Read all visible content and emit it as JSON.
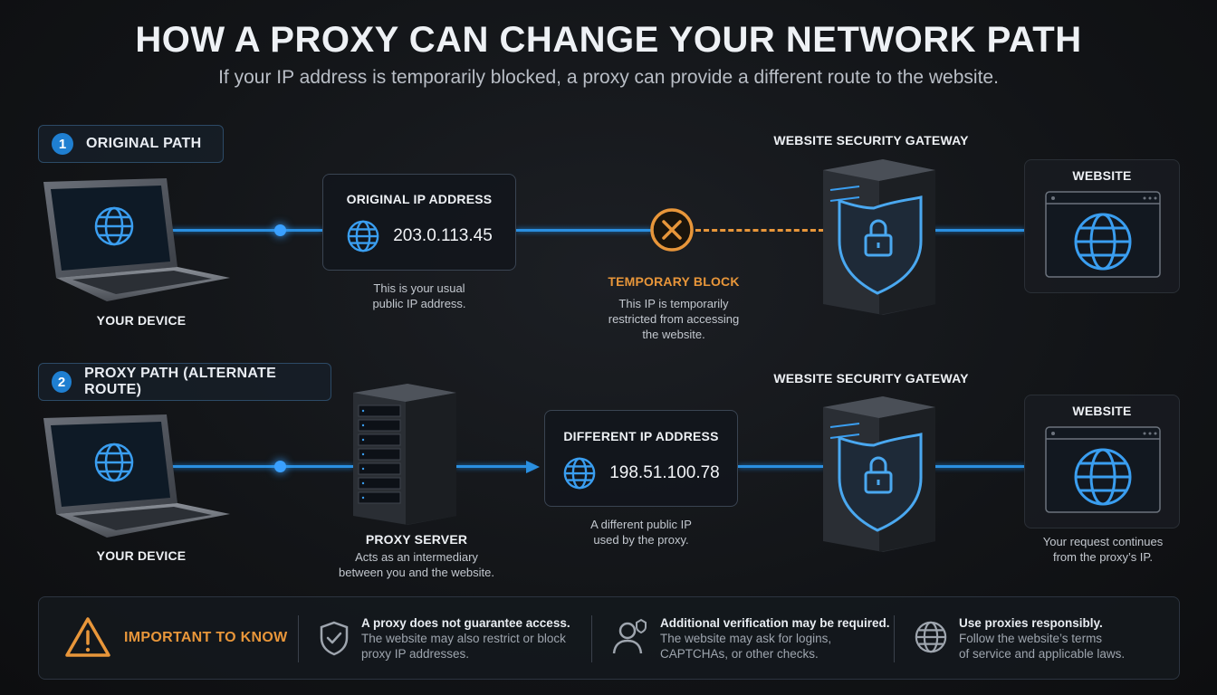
{
  "title": "HOW A PROXY CAN CHANGE YOUR NETWORK PATH",
  "subtitle": "If your IP address is temporarily blocked, a proxy can provide a different route to the website.",
  "colors": {
    "accent_blue": "#2a8fe0",
    "block_orange": "#e8963a",
    "panel_border": "#2c4a66"
  },
  "path1": {
    "step_number": "1",
    "label": "ORIGINAL PATH",
    "device_label": "YOUR DEVICE",
    "ip_box": {
      "title": "ORIGINAL IP ADDRESS",
      "value": "203.0.113.45"
    },
    "ip_caption_line1": "This is your usual",
    "ip_caption_line2": "public IP address.",
    "block_title": "TEMPORARY BLOCK",
    "block_line1": "This IP is temporarily",
    "block_line2": "restricted from accessing",
    "block_line3": "the website.",
    "gateway_label": "WEBSITE SECURITY GATEWAY",
    "website_label": "WEBSITE"
  },
  "path2": {
    "step_number": "2",
    "label": "PROXY PATH (ALTERNATE ROUTE)",
    "device_label": "YOUR DEVICE",
    "proxy_title": "PROXY SERVER",
    "proxy_line1": "Acts as an intermediary",
    "proxy_line2": "between you and the website.",
    "ip_box": {
      "title": "DIFFERENT IP ADDRESS",
      "value": "198.51.100.78"
    },
    "ip_caption_line1": "A different public IP",
    "ip_caption_line2": "used by the proxy.",
    "gateway_label": "WEBSITE SECURITY GATEWAY",
    "website_label": "WEBSITE",
    "website_line1": "Your request continues",
    "website_line2": "from the proxy’s IP."
  },
  "notice": {
    "heading": "IMPORTANT TO KNOW",
    "items": [
      {
        "icon": "shield-check-icon",
        "bold": "A proxy does not guarantee access.",
        "line1": "The website may also restrict or block",
        "line2": "proxy IP addresses."
      },
      {
        "icon": "user-verify-icon",
        "bold": "Additional verification may be required.",
        "line1": "The website may ask for logins,",
        "line2": "CAPTCHAs, or other checks."
      },
      {
        "icon": "globe-icon",
        "bold": "Use proxies responsibly.",
        "line1": "Follow the website’s terms",
        "line2": "of service and applicable laws."
      }
    ]
  }
}
